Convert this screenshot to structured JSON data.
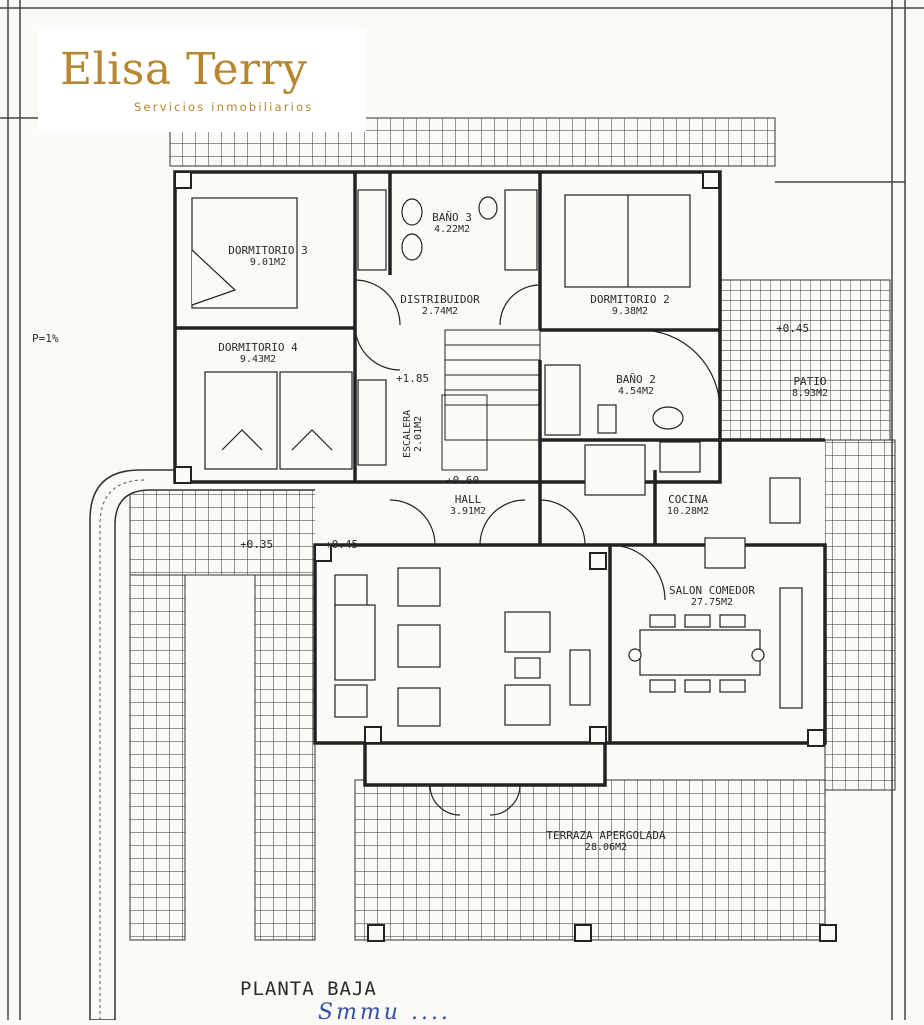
{
  "logo": {
    "name": "Elisa Terry",
    "tagline": "Servicios inmobiliarios"
  },
  "rooms": {
    "dormitorio3": {
      "name": "DORMITORIO 3",
      "area": "9.01M2"
    },
    "bano3": {
      "name": "BAÑO 3",
      "area": "4.22M2"
    },
    "dormitorio2": {
      "name": "DORMITORIO 2",
      "area": "9.38M2"
    },
    "distribuidor": {
      "name": "DISTRIBUIDOR",
      "area": "2.74M2"
    },
    "dormitorio4": {
      "name": "DORMITORIO 4",
      "area": "9.43M2"
    },
    "bano2": {
      "name": "BAÑO 2",
      "area": "4.54M2"
    },
    "patio": {
      "name": "PATIO",
      "area": "8.93M2"
    },
    "escalera": {
      "name": "ESCALERA",
      "area": "2.01M2"
    },
    "hall": {
      "name": "HALL",
      "area": "3.91M2"
    },
    "cocina": {
      "name": "COCINA",
      "area": "10.28M2"
    },
    "salon": {
      "name": "SALON COMEDOR",
      "area": "27.75M2"
    },
    "terraza": {
      "name": "TERRAZA APERGOLADA",
      "area": "28.06M2"
    }
  },
  "marks": {
    "slope": "P=1%",
    "level_185": "+1.85",
    "level_060": "+0.60",
    "level_045_patio": "+0.45",
    "level_035": "+0.35",
    "level_045_terrace": "+0.45"
  },
  "plan_title": "PLANTA BAJA",
  "handwriting": "Smmu ...."
}
